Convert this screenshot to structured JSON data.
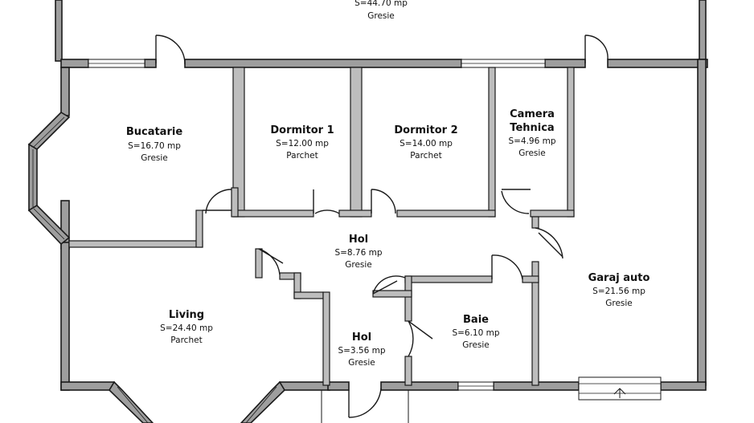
{
  "rooms": [
    {
      "id": "terasa",
      "area": "S=44.70 mp",
      "floor": "Gresie"
    },
    {
      "id": "bucatarie",
      "name": "Bucatarie",
      "area": "S=16.70 mp",
      "floor": "Gresie"
    },
    {
      "id": "dormitor-1",
      "name": "Dormitor 1",
      "area": "S=12.00 mp",
      "floor": "Parchet"
    },
    {
      "id": "dormitor-2",
      "name": "Dormitor 2",
      "area": "S=14.00 mp",
      "floor": "Parchet"
    },
    {
      "id": "camera-tehnica",
      "name_line1": "Camera",
      "name_line2": "Tehnica",
      "area": "S=4.96 mp",
      "floor": "Gresie"
    },
    {
      "id": "hol-mare",
      "name": "Hol",
      "area": "S=8.76 mp",
      "floor": "Gresie"
    },
    {
      "id": "garaj-auto",
      "name": "Garaj auto",
      "area": "S=21.56 mp",
      "floor": "Gresie"
    },
    {
      "id": "living",
      "name": "Living",
      "area": "S=24.40 mp",
      "floor": "Parchet"
    },
    {
      "id": "hol-mic",
      "name": "Hol",
      "area": "S=3.56 mp",
      "floor": "Gresie"
    },
    {
      "id": "baie",
      "name": "Baie",
      "area": "S=6.10 mp",
      "floor": "Gresie"
    }
  ]
}
